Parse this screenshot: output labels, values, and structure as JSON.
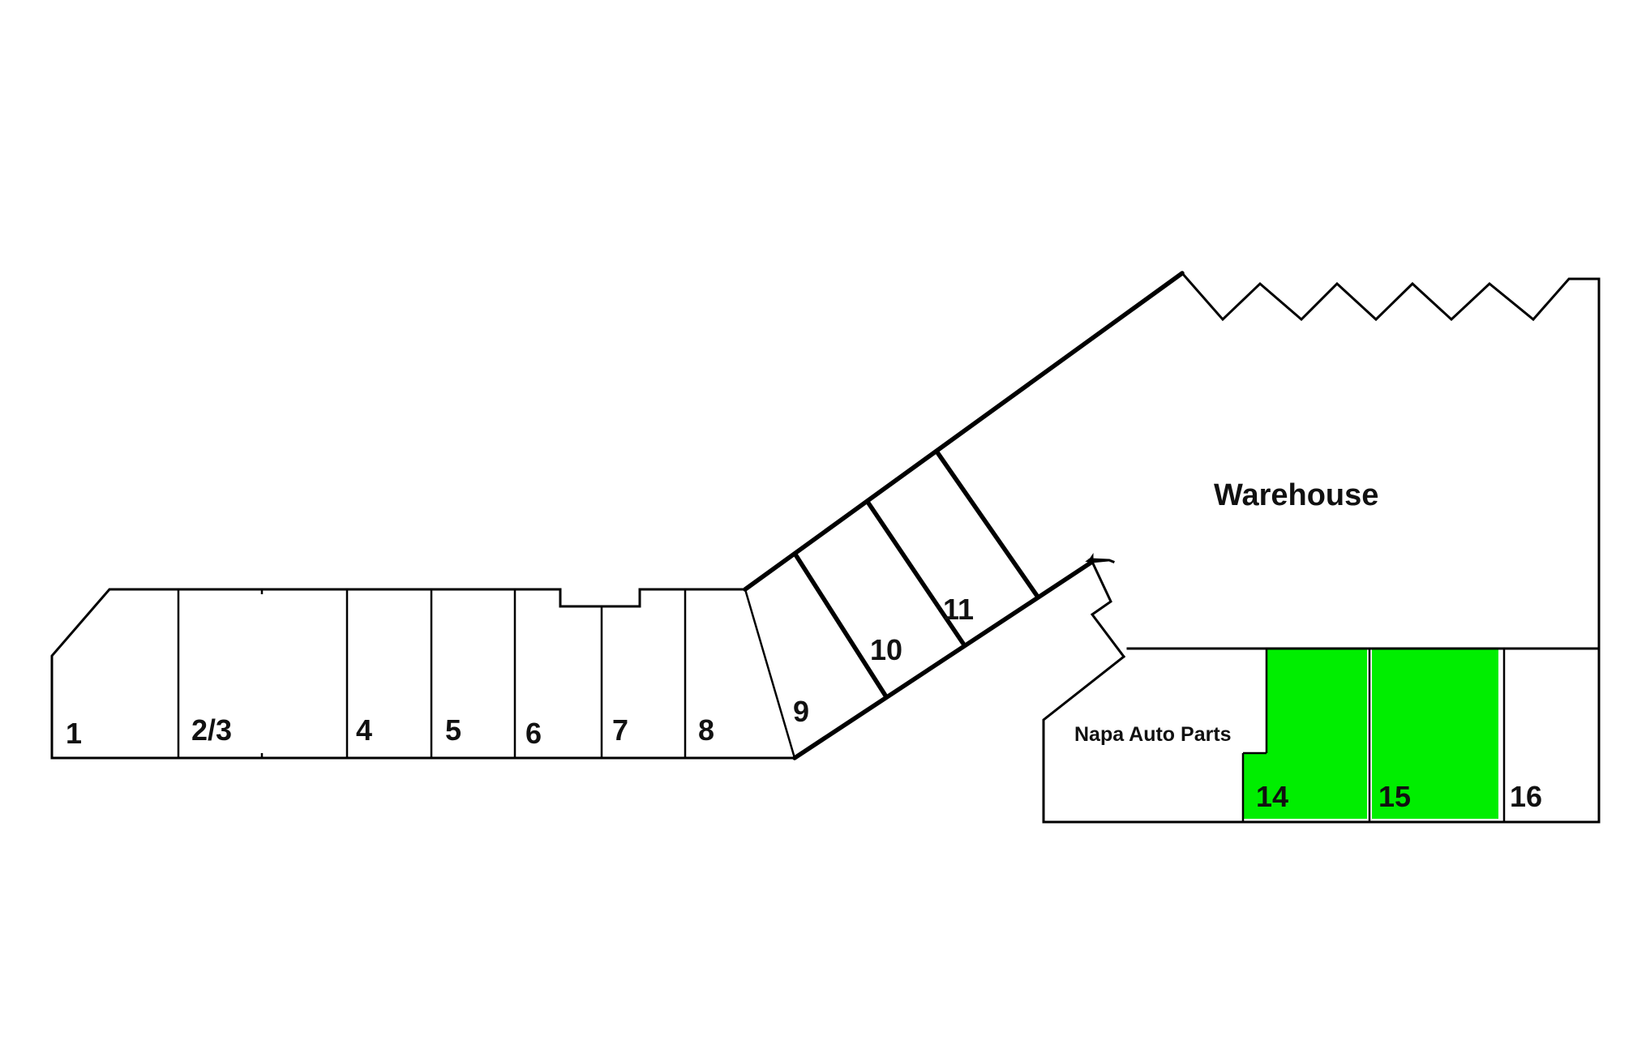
{
  "colors": {
    "background": "#ffffff",
    "line": "#000000",
    "available": "#00ee00"
  },
  "units": [
    {
      "id": "unit-1",
      "label": "1",
      "available": false
    },
    {
      "id": "unit-2-3",
      "label": "2/3",
      "available": false
    },
    {
      "id": "unit-4",
      "label": "4",
      "available": false
    },
    {
      "id": "unit-5",
      "label": "5",
      "available": false
    },
    {
      "id": "unit-6",
      "label": "6",
      "available": false
    },
    {
      "id": "unit-7",
      "label": "7",
      "available": false
    },
    {
      "id": "unit-8",
      "label": "8",
      "available": false
    },
    {
      "id": "unit-9",
      "label": "9",
      "available": false
    },
    {
      "id": "unit-10",
      "label": "10",
      "available": false
    },
    {
      "id": "unit-11",
      "label": "11",
      "available": false
    },
    {
      "id": "unit-14",
      "label": "14",
      "available": true
    },
    {
      "id": "unit-15",
      "label": "15",
      "available": true
    },
    {
      "id": "unit-16",
      "label": "16",
      "available": false
    }
  ],
  "warehouse": {
    "label": "Warehouse"
  },
  "tenant": {
    "label": "Napa Auto Parts"
  }
}
